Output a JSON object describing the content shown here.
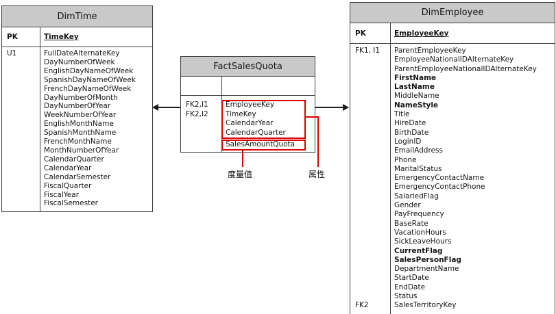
{
  "colors": {
    "header_fill": "#c9c9c9",
    "border": "#3c3c3c",
    "callout_red": "#dd0000",
    "arrow": "#1c1c1c"
  },
  "tables": {
    "dim_time": {
      "title": "DimTime",
      "pk": {
        "key": "PK",
        "field": "TimeKey"
      },
      "rows": [
        {
          "k": "U1",
          "f": "FullDateAlternateKey"
        },
        {
          "f": "DayNumberOfWeek"
        },
        {
          "f": "EnglishDayNameOfWeek"
        },
        {
          "f": "SpanishDayNameOfWeek"
        },
        {
          "f": "FrenchDayNameOfWeek"
        },
        {
          "f": "DayNumberOfMonth"
        },
        {
          "f": "DayNumberOfYear"
        },
        {
          "f": "WeekNumberOfYear"
        },
        {
          "f": "EnglishMonthName"
        },
        {
          "f": "SpanishMonthName"
        },
        {
          "f": "FrenchMonthName"
        },
        {
          "f": "MonthNumberOfYear"
        },
        {
          "f": "CalendarQuarter"
        },
        {
          "f": "CalendarYear"
        },
        {
          "f": "CalendarSemester"
        },
        {
          "f": "FiscalQuarter"
        },
        {
          "f": "FiscalYear"
        },
        {
          "f": "FiscalSemester"
        }
      ]
    },
    "fact_sales_quota": {
      "title": "FactSalesQuota",
      "pk": {
        "key": "",
        "field": ""
      },
      "rows": [
        {
          "k": "FK2,I1",
          "f": "EmployeeKey"
        },
        {
          "k": "FK2,I2",
          "f": "TimeKey"
        },
        {
          "f": "CalendarYear"
        },
        {
          "f": "CalendarQuarter"
        },
        {
          "f": "SalesAmountQuota"
        }
      ]
    },
    "dim_employee": {
      "title": "DimEmployee",
      "pk": {
        "key": "PK",
        "field": "EmployeeKey"
      },
      "rows": [
        {
          "k": "FK1, I1",
          "f": "ParentEmployeeKey"
        },
        {
          "f": "EmployeeNationalIDAlternateKey"
        },
        {
          "f": "ParentEmployeeNationalIDAlternateKey"
        },
        {
          "f": "FirstName",
          "b": true
        },
        {
          "f": "LastName",
          "b": true
        },
        {
          "f": "MiddleName"
        },
        {
          "f": "NameStyle",
          "b": true
        },
        {
          "f": "Title"
        },
        {
          "f": "HireDate"
        },
        {
          "f": "BirthDate"
        },
        {
          "f": "LoginID"
        },
        {
          "f": "EmailAddress"
        },
        {
          "f": "Phone"
        },
        {
          "f": "MaritalStatus"
        },
        {
          "f": "EmergencyContactName"
        },
        {
          "f": "EmergencyContactPhone"
        },
        {
          "f": "SalariedFlag"
        },
        {
          "f": "Gender"
        },
        {
          "f": "PayFrequency"
        },
        {
          "f": "BaseRate"
        },
        {
          "f": "VacationHours"
        },
        {
          "f": "SickLeaveHours"
        },
        {
          "f": "CurrentFlag",
          "b": true
        },
        {
          "f": "SalesPersonFlag",
          "b": true
        },
        {
          "f": "DepartmentName"
        },
        {
          "f": "StartDate"
        },
        {
          "f": "EndDate"
        },
        {
          "f": "Status"
        },
        {
          "k": "FK2",
          "f": "SalesTerritoryKey"
        }
      ]
    }
  },
  "callouts": {
    "measure_label": "度量值",
    "attribute_label": "属性"
  }
}
